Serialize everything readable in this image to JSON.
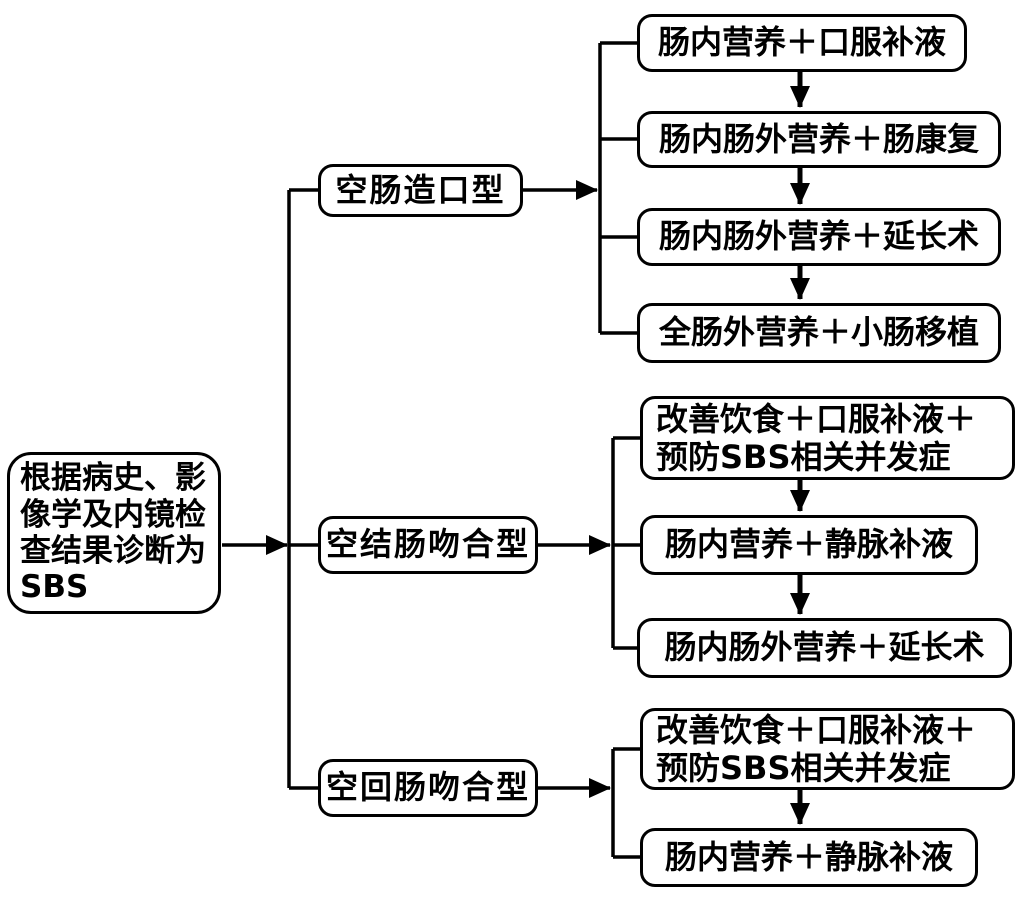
{
  "flowchart": {
    "root": {
      "label": "根据病史、影\n像学及内镜检\n查结果诊断为\nSBS"
    },
    "branches": [
      {
        "label": "空肠造口型",
        "steps": [
          "肠内营养＋口服补液",
          "肠内肠外营养＋肠康复",
          "肠内肠外营养＋延长术",
          "全肠外营养＋小肠移植"
        ]
      },
      {
        "label": "空结肠吻合型",
        "steps": [
          "改善饮食＋口服补液＋\n预防SBS相关并发症",
          "肠内营养＋静脉补液",
          "肠内肠外营养＋延长术"
        ]
      },
      {
        "label": "空回肠吻合型",
        "steps": [
          "改善饮食＋口服补液＋\n预防SBS相关并发症",
          "肠内营养＋静脉补液"
        ]
      }
    ],
    "colors": {
      "line": "#000000",
      "box_border": "#000000",
      "box_fill": "#ffffff",
      "text": "#000000",
      "background": "#ffffff"
    }
  }
}
